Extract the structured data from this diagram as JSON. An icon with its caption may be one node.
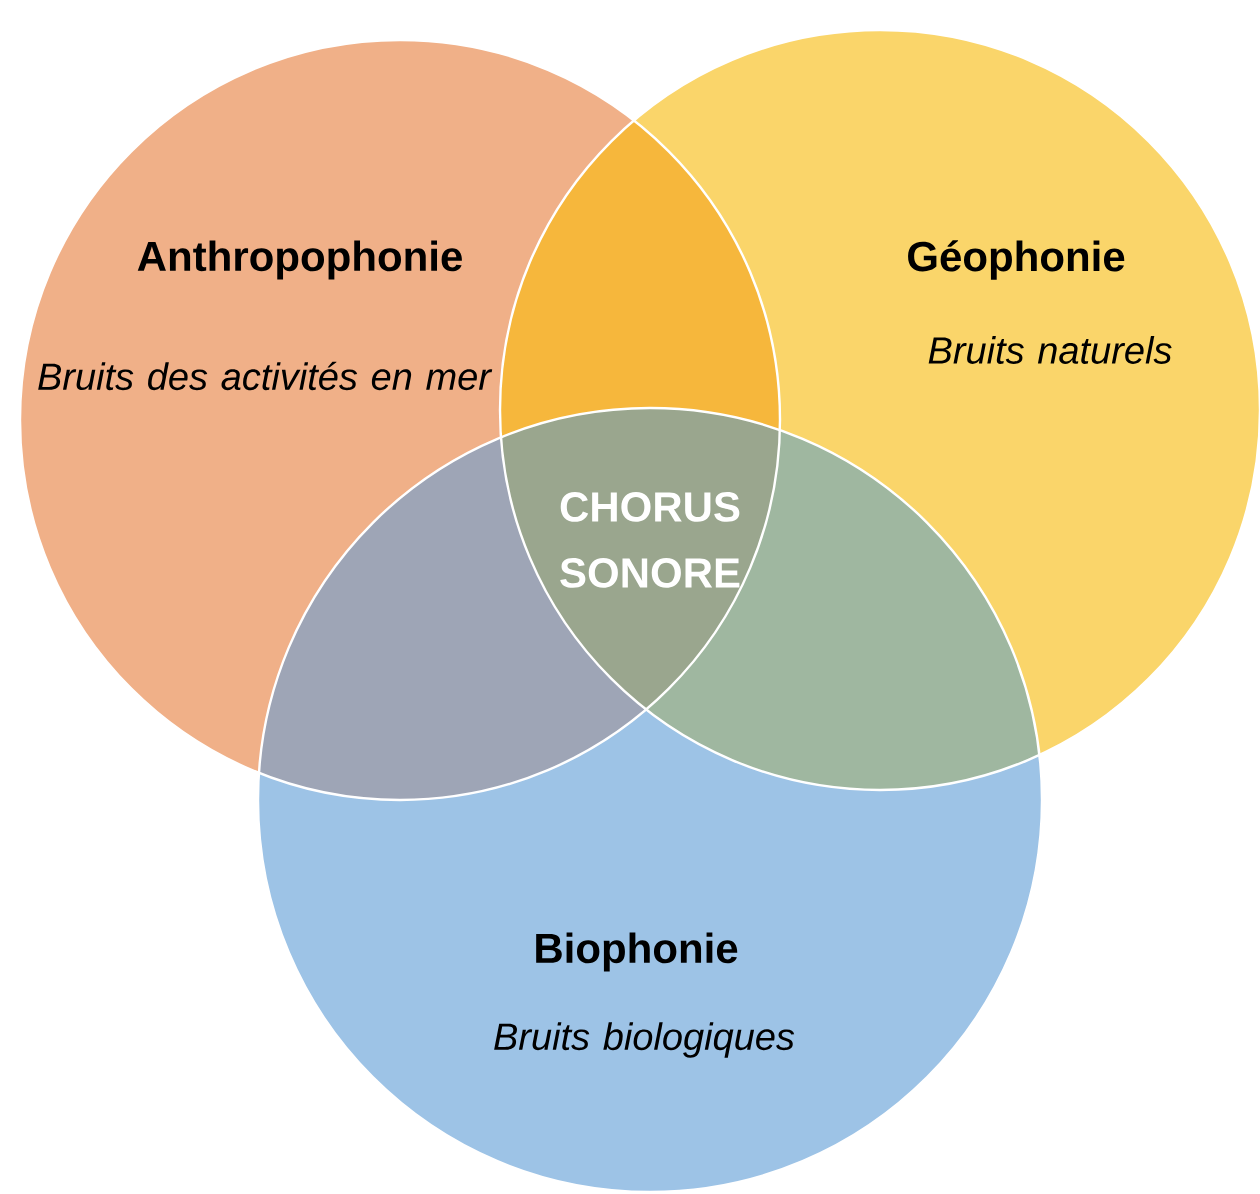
{
  "diagram": {
    "nodes": [
      {
        "text": [
          "Anthropophonie",
          "Bruits des activités en mer"
        ]
      },
      {
        "text": [
          "Géophonie",
          "Bruits naturels"
        ]
      },
      {
        "text": [
          "Biophonie",
          "Bruits biologiques"
        ]
      }
    ],
    "labels": [
      "CHORUS SONORE"
    ]
  }
}
